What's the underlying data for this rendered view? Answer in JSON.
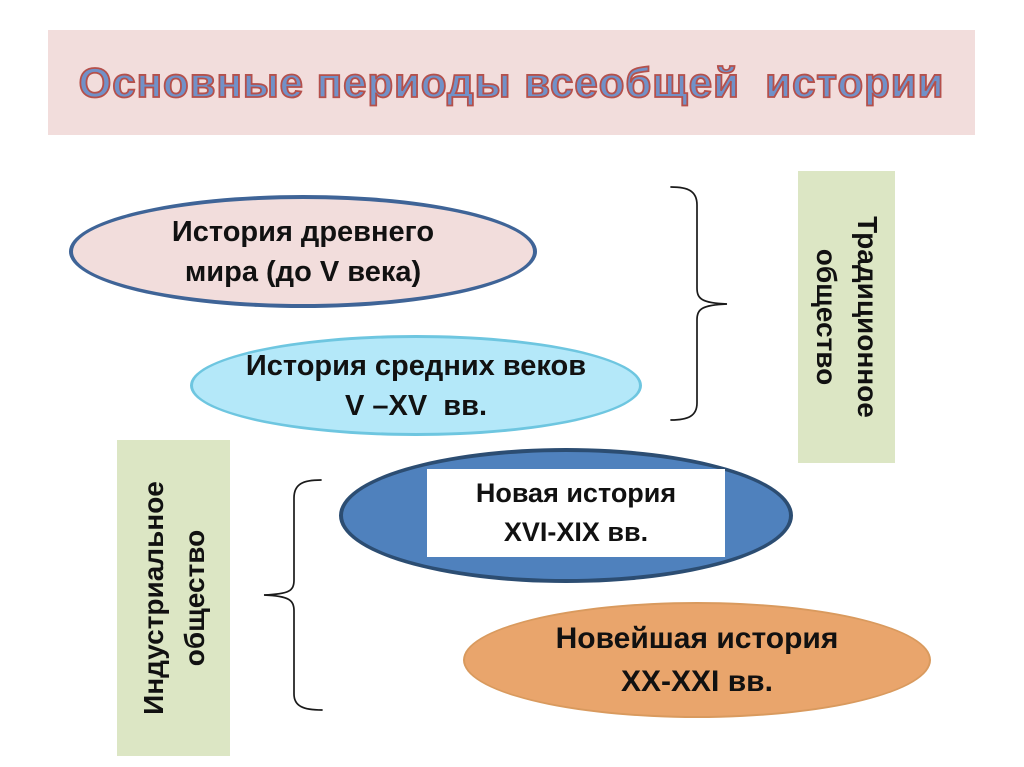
{
  "title": {
    "text": "Основные периоды всеобщей  истории"
  },
  "periods": [
    {
      "name": "ancient",
      "line1": "История древнего",
      "line2": "мира (до V века)"
    },
    {
      "name": "medieval",
      "line1": "История средних веков",
      "line2": "V –XV  вв."
    },
    {
      "name": "modern",
      "line1": "Новая история",
      "line2": "XVI-XIX вв."
    },
    {
      "name": "contemporary",
      "line1": "Новейшая история",
      "line2": "XX-XXI вв."
    }
  ],
  "society_labels": [
    {
      "name": "traditional",
      "line1": "Традиционное",
      "line2": "общество"
    },
    {
      "name": "industrial",
      "line1": "Индустриальное",
      "line2": "общество"
    }
  ],
  "colors": {
    "title_bg": "#f2dddc",
    "title_text": "#7191c8",
    "title_outline": "#b5504b",
    "ellipse_ancient_fill": "#f2dddc",
    "ellipse_ancient_border": "#3f6497",
    "ellipse_medieval_fill": "#b4e8f9",
    "ellipse_medieval_border": "#6ec6e0",
    "ellipse_modern_fill": "#4f81bd",
    "ellipse_modern_border": "#2c4d72",
    "ellipse_contemporary_fill": "#e9a56c",
    "ellipse_contemporary_border": "#d99a5e",
    "label_bg": "#dce6c4",
    "brace": "#1a1a1a"
  }
}
